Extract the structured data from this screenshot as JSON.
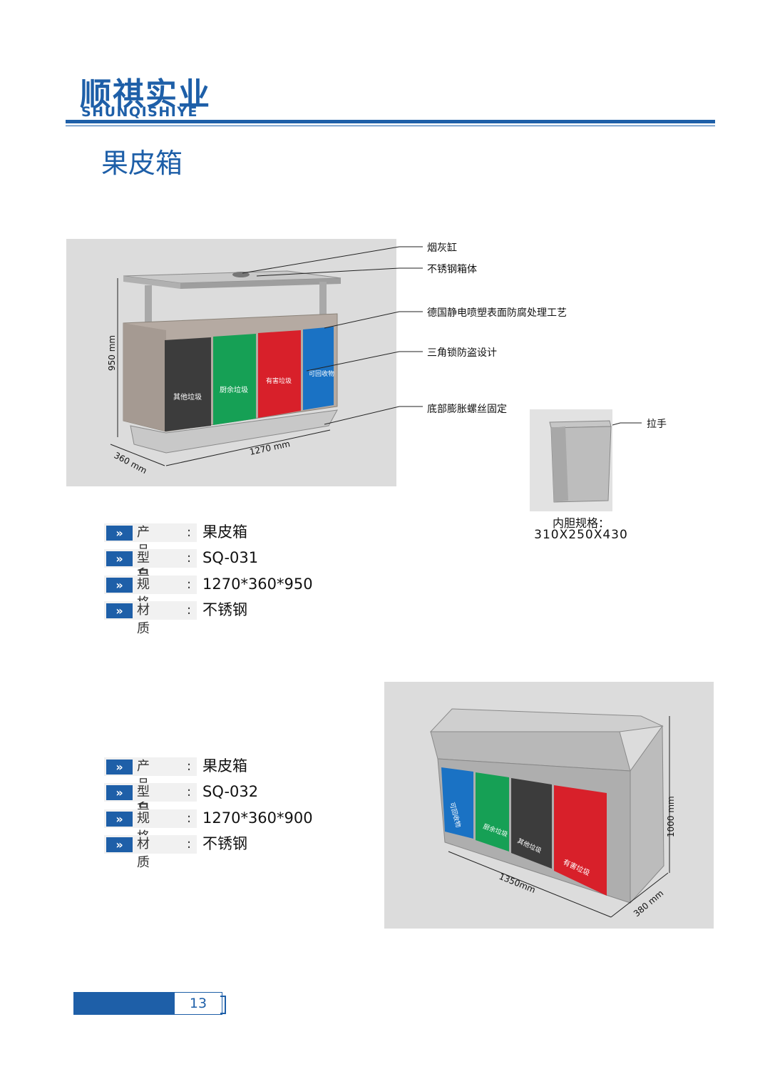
{
  "brand": {
    "cn": "顺祺实业",
    "en": "SHUNQISHIYE",
    "color": "#1e5fa8"
  },
  "title": "果皮箱",
  "product1": {
    "callouts": [
      "烟灰缸",
      "不锈钢箱体",
      "德国静电喷塑表面防腐处理工艺",
      "三角锁防盗设计",
      "底部膨胀螺丝固定",
      "拉手"
    ],
    "dimensions": {
      "height": "950 mm",
      "width": "1270 mm",
      "depth": "360 mm"
    },
    "bin_labels": [
      "其他垃圾",
      "厨余垃圾",
      "有害垃圾",
      "可回收物"
    ],
    "inner_spec": {
      "label": "内胆规格：",
      "value": "310X250X430"
    },
    "specs": [
      {
        "label": "产品名称",
        "value": "果皮箱"
      },
      {
        "label": "型　　号",
        "value": "SQ-031"
      },
      {
        "label": "规　　格",
        "value": "1270*360*950"
      },
      {
        "label": "材　　质",
        "value": "不锈钢"
      }
    ]
  },
  "product2": {
    "dimensions": {
      "height": "1000 mm",
      "width": "1350mm",
      "depth": "380 mm"
    },
    "bin_labels": [
      "可回收物",
      "厨余垃圾",
      "其他垃圾",
      "有害垃圾"
    ],
    "specs": [
      {
        "label": "产品名称",
        "value": "果皮箱"
      },
      {
        "label": "型　　号",
        "value": "SQ-032"
      },
      {
        "label": "规　　格",
        "value": "1270*360*900"
      },
      {
        "label": "材　　质",
        "value": "不锈钢"
      }
    ]
  },
  "bin_colors": {
    "other": "#3c3c3c",
    "kitchen": "#16a055",
    "hazardous": "#d8202a",
    "recyclable": "#1a72c4"
  },
  "page_number": "13"
}
